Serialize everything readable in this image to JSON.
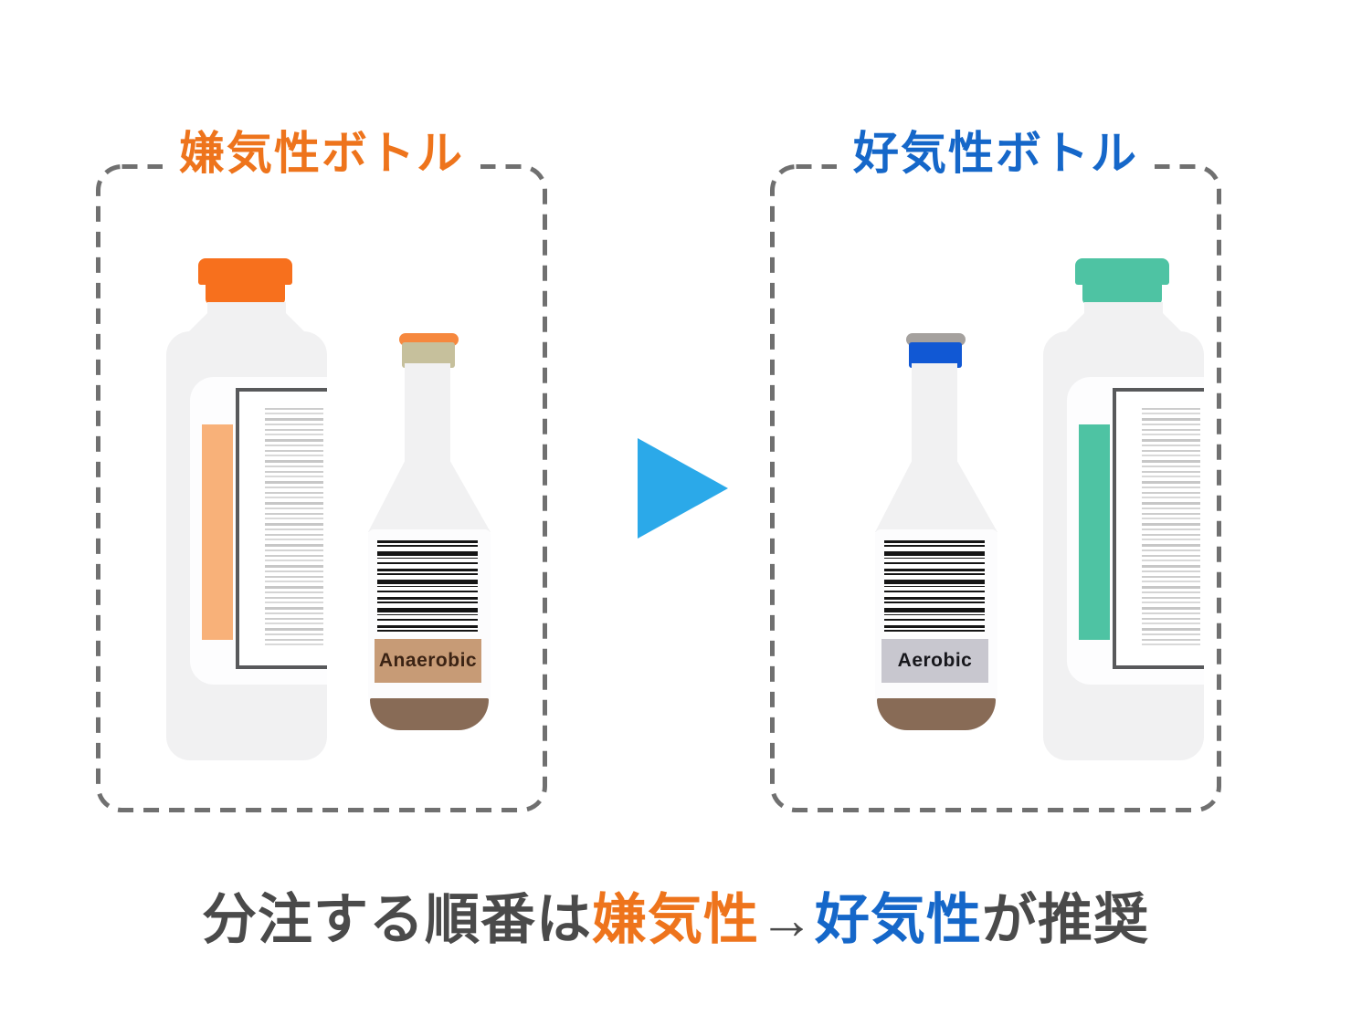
{
  "panels": {
    "anaerobic": {
      "title": "嫌気性ボトル",
      "title_color": "#ee741c"
    },
    "aerobic": {
      "title": "好気性ボトル",
      "title_color": "#1567c9"
    }
  },
  "bottles": {
    "anaerobic_large": {
      "cap_color": "#f7701d",
      "stripe_color": "#f8b179",
      "body_color": "#f1f1f2"
    },
    "anaerobic_small": {
      "label_text": "Anaerobic",
      "label_bg": "#c79b76",
      "label_text_color": "#3b2314",
      "cap_top_color": "#f6883e",
      "cap_band_color": "#c6c09c",
      "liquid_color": "#886b56"
    },
    "aerobic_large": {
      "cap_color": "#4ec3a3",
      "stripe_color": "#4ec3a3",
      "body_color": "#f1f1f2"
    },
    "aerobic_small": {
      "label_text": "Aerobic",
      "label_bg": "#c8c7cf",
      "label_text_color": "#17171c",
      "cap_top_color": "#a5a19e",
      "cap_band_color": "#1158d4",
      "liquid_color": "#886b56"
    }
  },
  "arrow": {
    "icon": "right-triangle-arrow",
    "color": "#2ba9e9"
  },
  "caption": {
    "segments": [
      {
        "text": "分注する順番は",
        "color": "#4a4a4a"
      },
      {
        "text": "嫌気性",
        "color": "#ee741c"
      },
      {
        "text": "→",
        "color": "#4a4a4a"
      },
      {
        "text": "好気性",
        "color": "#1567c9"
      },
      {
        "text": "が推奨",
        "color": "#4a4a4a"
      }
    ]
  },
  "colors": {
    "background": "#ffffff",
    "dashed_border": "#707070",
    "label_border": "#58595b",
    "barcode": "#151515",
    "fine_print": "#cdcdcd",
    "caption_text": "#4a4a4a"
  }
}
